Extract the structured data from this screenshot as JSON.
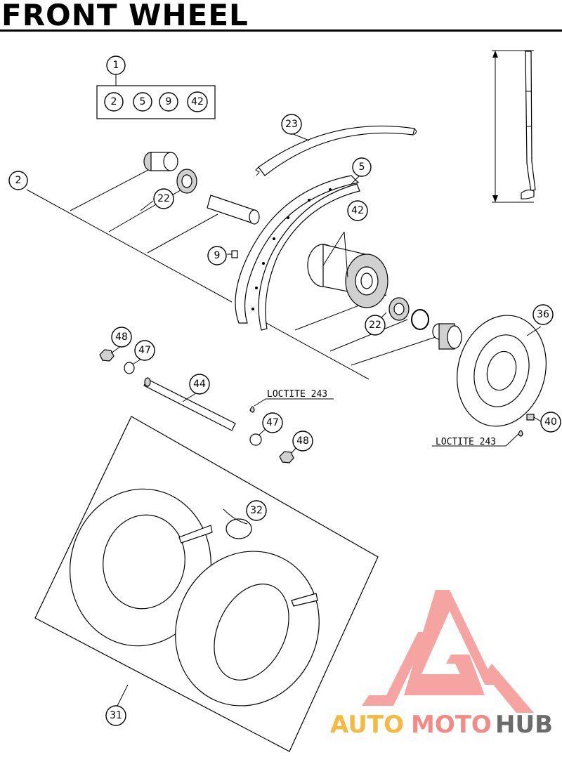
{
  "title": "FRONT WHEEL",
  "callouts": {
    "kit": "1",
    "kit_items": [
      "2",
      "5",
      "9",
      "42"
    ],
    "spacer_left": "2",
    "rim_tape": "23",
    "rim": "5",
    "spokes": "42",
    "bearing_top": "22",
    "nipple": "9",
    "bearing_right": "22",
    "disc": "36",
    "nut_left": "48",
    "washer_left": "47",
    "axle": "44",
    "washer_right": "47",
    "nut_right": "48",
    "disc_screw": "40",
    "decal_tie": "32",
    "decal_set": "31"
  },
  "notes": {
    "loctite_axle": "LOCTITE 243",
    "loctite_disc": "LOCTITE 243"
  },
  "watermark": {
    "part1": "AUTO",
    "part2": "MOTO",
    "part3": "HUB",
    "color1": "#f5b942",
    "color2": "#f28a86",
    "color3": "#6b6b6b",
    "logo_color": "#f28a86"
  }
}
